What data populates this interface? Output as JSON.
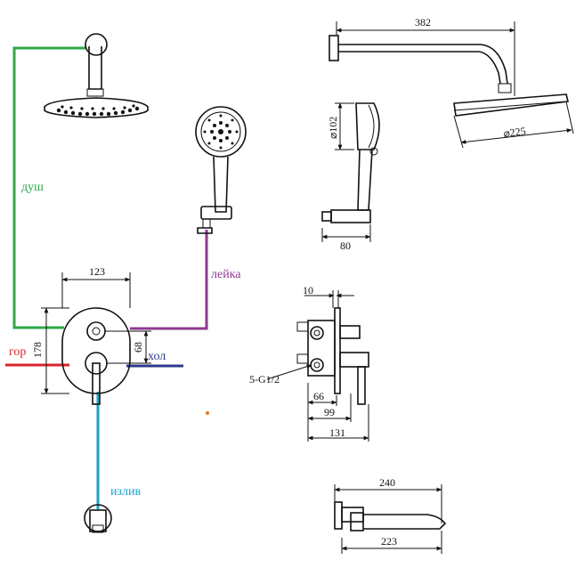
{
  "labels": {
    "shower": "душ",
    "hand_shower": "лейка",
    "hot": "гор",
    "cold": "хол",
    "spout": "излив"
  },
  "dimensions": {
    "arm_length": "382",
    "hand_shower_diameter": "⌀102",
    "head_diameter": "⌀225",
    "holder_width": "80",
    "mixer_plate_width": "123",
    "mixer_plate_height": "178",
    "handle_spacing": "68",
    "thread": "5-G1/2",
    "depth_10": "10",
    "depth_66": "66",
    "depth_99": "99",
    "depth_131": "131",
    "spout_total": "240",
    "spout_reach": "223"
  },
  "colors": {
    "shower_line": "#2ea84a",
    "hand_line": "#8e3a8f",
    "hot_line": "#d8232a",
    "cold_line": "#2b3a8c",
    "spout_line": "#1aa3c8",
    "accent_dot": "#e07a1f"
  }
}
